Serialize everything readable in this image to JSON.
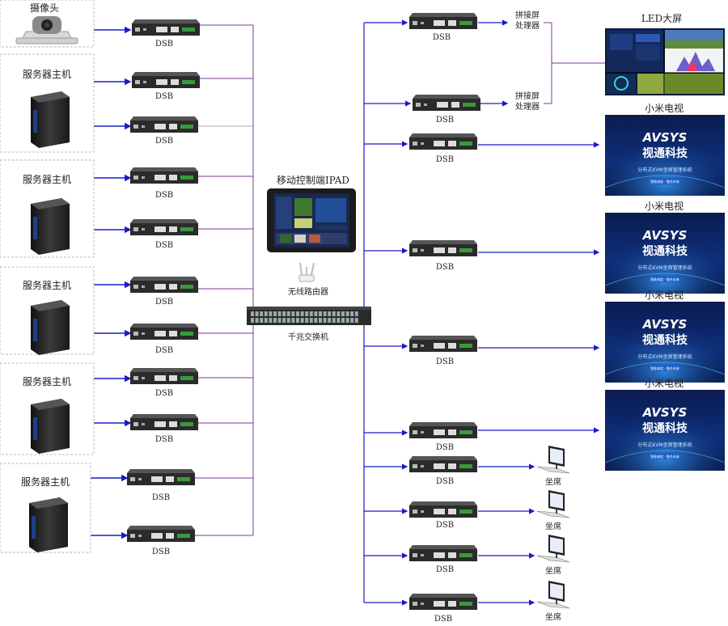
{
  "labels": {
    "camera": "摄像头",
    "server_host": "服务器主机",
    "dsb": "DSB",
    "ipad": "移动控制端IPAD",
    "router": "无线路由器",
    "switch": "千兆交换机",
    "splice_processor": "拼接屏处理器",
    "led_screen": "LED大屏",
    "xiaomi_tv": "小米电视",
    "seat": "坐席",
    "tv_brand": "AVSYS",
    "tv_company": "视通科技",
    "tv_tagline": "分布式KVM坐席管理系统",
    "tv_button": "智能调度 · 融合未来"
  },
  "colors": {
    "line": "#1a1ac8",
    "purple": "#7a3a9a",
    "tv_bg": "#0a1f5c",
    "device": "#2b2b2b"
  },
  "sources": [
    {
      "kind": "camera",
      "label": "摄像头",
      "dsb": [
        "DSB"
      ]
    },
    {
      "kind": "server",
      "label": "服务器主机",
      "dsb": [
        "DSB",
        "DSB"
      ]
    },
    {
      "kind": "server",
      "label": "服务器主机",
      "dsb": [
        "DSB",
        "DSB"
      ]
    },
    {
      "kind": "server",
      "label": "服务器主机",
      "dsb": [
        "DSB",
        "DSB"
      ]
    },
    {
      "kind": "server",
      "label": "服务器主机",
      "dsb": [
        "DSB",
        "DSB"
      ]
    },
    {
      "kind": "server",
      "label": "服务器主机",
      "dsb": [
        "DSB",
        "DSB"
      ]
    }
  ],
  "outputs": {
    "splice": [
      {
        "dsb": "DSB",
        "label": "拼接屏处理器"
      },
      {
        "dsb": "DSB",
        "label": "拼接屏处理器"
      }
    ],
    "led": {
      "label": "LED大屏"
    },
    "tvs": [
      {
        "label": "小米电视"
      },
      {
        "label": "小米电视"
      },
      {
        "label": "小米电视"
      },
      {
        "label": "小米电视"
      }
    ],
    "seats": [
      {
        "dsb": "DSB",
        "label": "坐席"
      },
      {
        "dsb": "DSB",
        "label": "坐席"
      },
      {
        "dsb": "DSB",
        "label": "坐席"
      },
      {
        "dsb": "DSB",
        "label": "坐席"
      }
    ]
  }
}
